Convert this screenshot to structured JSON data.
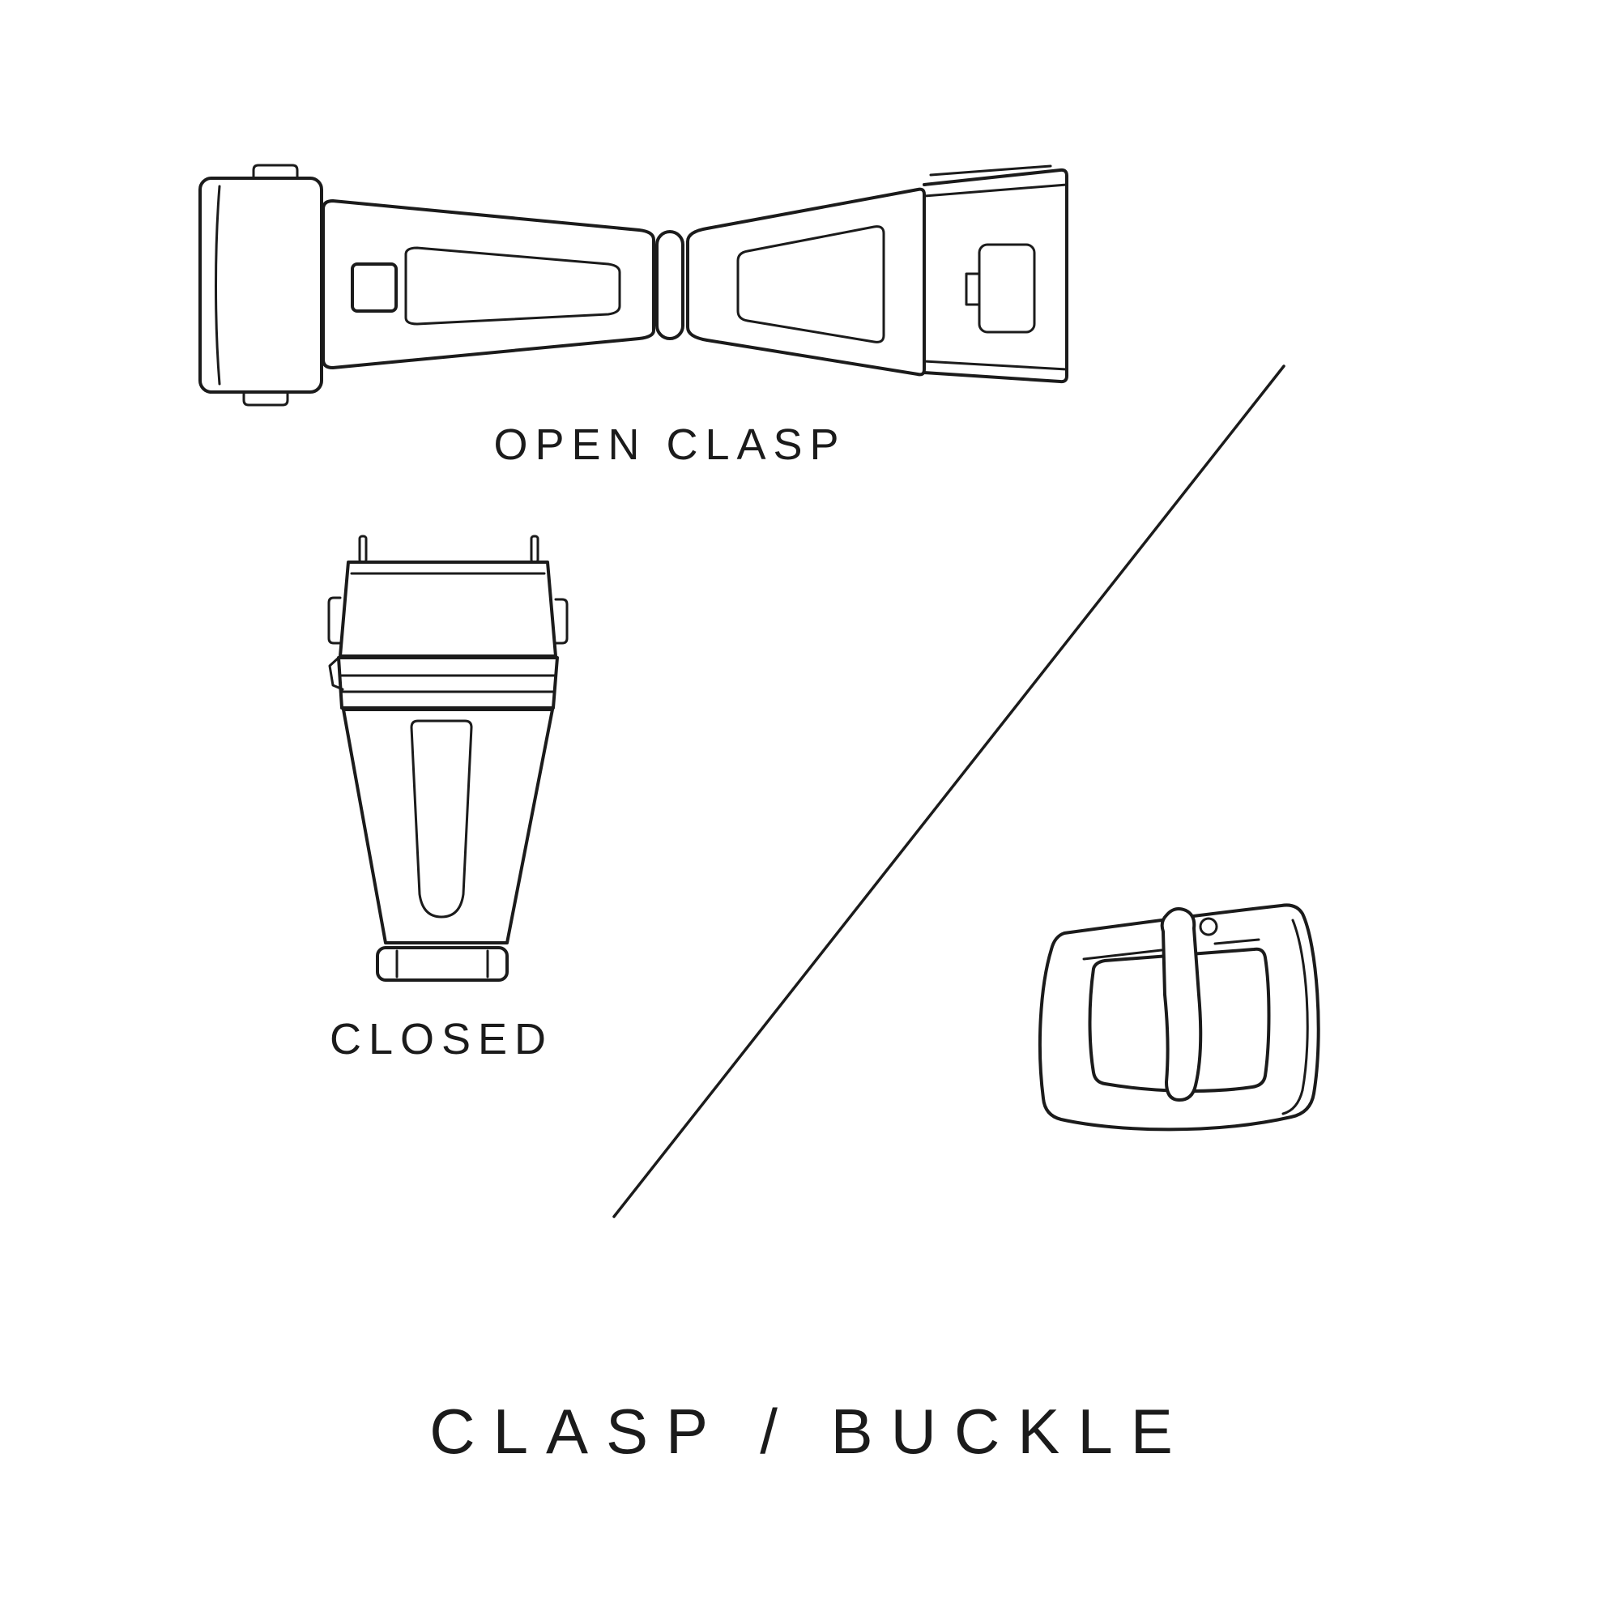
{
  "page": {
    "title": "CLASP / BUCKLE"
  },
  "labels": {
    "open_clasp": "OPEN CLASP",
    "closed": "CLOSED"
  },
  "illustrations": {
    "open_clasp": "open-deployant-clasp-line-drawing",
    "closed_clasp": "closed-clasp-line-drawing",
    "buckle": "tang-buckle-line-drawing",
    "divider": "diagonal-divider-line"
  },
  "colors": {
    "ink": "#1b1b1b",
    "background": "#ffffff"
  }
}
